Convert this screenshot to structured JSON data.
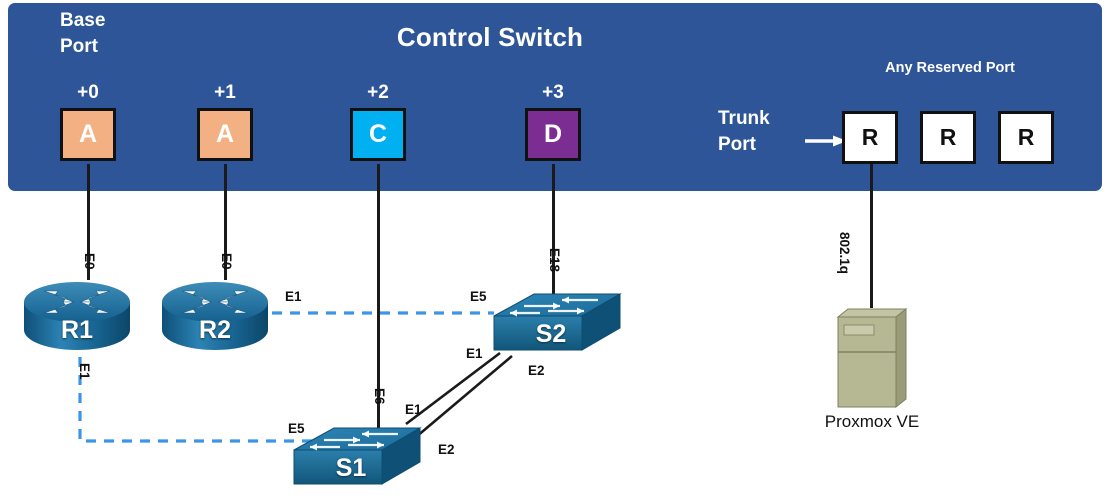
{
  "control_switch": {
    "title": "Control Switch",
    "base_port_label": "Base\nPort",
    "base_port_line1": "Base",
    "base_port_line2": "Port",
    "any_reserved_label": "Any Reserved Port",
    "trunk_port_line1": "Trunk",
    "trunk_port_line2": "Port",
    "band_color": "#2D5597",
    "ports": [
      {
        "number": "+0",
        "letter": "A",
        "color": "#F3B183",
        "class": "pb-a"
      },
      {
        "number": "+1",
        "letter": "A",
        "color": "#F3B183",
        "class": "pb-a"
      },
      {
        "number": "+2",
        "letter": "C",
        "color": "#00B0F0",
        "class": "pb-c"
      },
      {
        "number": "+3",
        "letter": "D",
        "color": "#7B2D91",
        "class": "pb-d"
      }
    ],
    "reserved_ports": [
      {
        "letter": "R"
      },
      {
        "letter": "R"
      },
      {
        "letter": "R"
      }
    ]
  },
  "devices": {
    "r1": {
      "name": "R1",
      "type": "router"
    },
    "r2": {
      "name": "R2",
      "type": "router"
    },
    "s1": {
      "name": "S1",
      "type": "switch"
    },
    "s2": {
      "name": "S2",
      "type": "switch"
    },
    "server": {
      "name": "Proxmox VE",
      "type": "server"
    }
  },
  "link_labels": {
    "r1_uplink": "E0",
    "r2_uplink": "E0",
    "r1_e1": "E1",
    "r2_e1": "E1",
    "s1_uplink": "E6",
    "s2_uplink": "E18",
    "s1_e5": "E5",
    "s2_e5": "E5",
    "s1_e1": "E1",
    "s1_e2": "E2",
    "s2_e1": "E1",
    "s2_e2": "E2",
    "trunk_tag": "802.1q"
  },
  "colors": {
    "band": "#2D5597",
    "wire": "#1a1a1a",
    "dashed_link": "#3E95E8",
    "router_body": "#1B6A99",
    "switch_body": "#1B6A99",
    "server_body": "#B3B58C"
  }
}
